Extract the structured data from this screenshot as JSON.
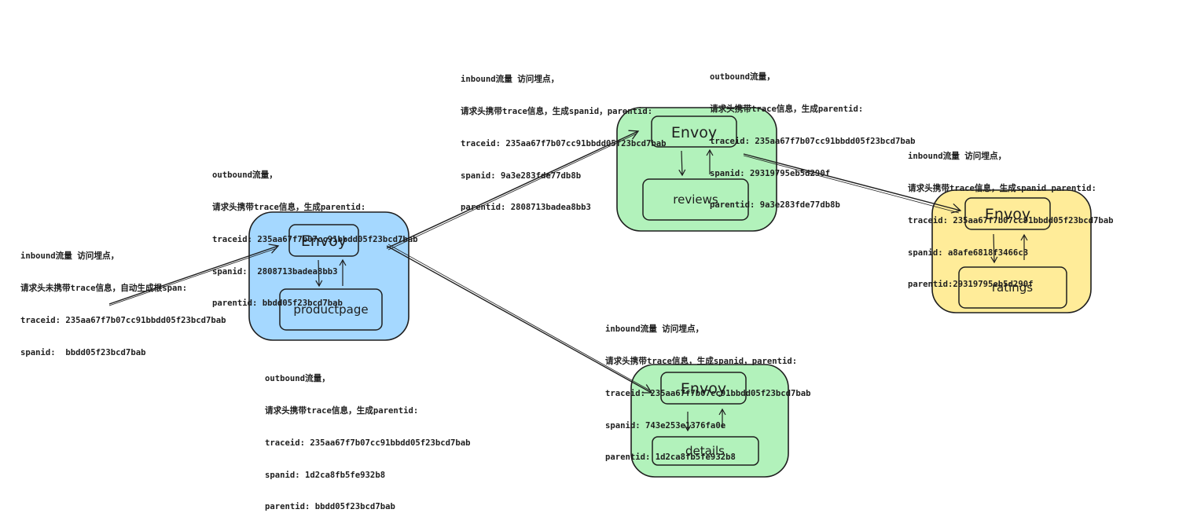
{
  "nodes": {
    "productpage": {
      "envoy_label": "Envoy",
      "service_label": "productpage",
      "fill": "#a5d8ff"
    },
    "reviews": {
      "envoy_label": "Envoy",
      "service_label": "reviews",
      "fill": "#b2f2bb"
    },
    "ratings": {
      "envoy_label": "Envoy",
      "service_label": "ratings",
      "fill": "#ffec99"
    },
    "details": {
      "envoy_label": "Envoy",
      "service_label": "details",
      "fill": "#b2f2bb"
    }
  },
  "notes": {
    "productpage_inbound": [
      "inbound流量 访问埋点，",
      "请求头未携带trace信息，自动生成根span:",
      "traceid: 235aa67f7b07cc91bbdd05f23bcd7bab",
      "spanid:  bbdd05f23bcd7bab"
    ],
    "productpage_outbound_reviews": [
      "outbound流量，",
      "请求头携带trace信息，生成parentid:",
      "traceid: 235aa67f7b07cc91bbdd05f23bcd7bab",
      "spanid:  2808713badea8bb3",
      "parentid: bbdd05f23bcd7bab"
    ],
    "productpage_outbound_details": [
      "outbound流量，",
      "请求头携带trace信息，生成parentid:",
      "traceid: 235aa67f7b07cc91bbdd05f23bcd7bab",
      "spanid: 1d2ca8fb5fe932b8",
      "parentid: bbdd05f23bcd7bab"
    ],
    "reviews_inbound": [
      "inbound流量 访问埋点，",
      "请求头携带trace信息，生成spanid，parentid:",
      "traceid: 235aa67f7b07cc91bbdd05f23bcd7bab",
      "spanid: 9a3e283fde77db8b",
      "parentid: 2808713badea8bb3"
    ],
    "reviews_outbound": [
      "outbound流量，",
      "请求头携带trace信息，生成parentid:",
      "traceid: 235aa67f7b07cc91bbdd05f23bcd7bab",
      "spanid: 29319795eb5d290f",
      "parentid: 9a3e283fde77db8b"
    ],
    "ratings_inbound": [
      "inbound流量 访问埋点，",
      "请求头携带trace信息，生成spanid parentid:",
      "traceid: 235aa67f7b07cc91bbdd05f23bcd7bab",
      "spanid: a8afe6818f3466c3",
      "parentid:29319795eb5d290f"
    ],
    "details_inbound": [
      "inbound流量 访问埋点，",
      "请求头携带trace信息，生成spanid，parentid:",
      "traceid: 235aa67f7b07cc91bbdd05f23bcd7bab",
      "spanid: 743e253e1376fa0e",
      "parentid: 1d2ca8fb5fe932b8"
    ]
  },
  "stroke_color": "#1e1e1e"
}
